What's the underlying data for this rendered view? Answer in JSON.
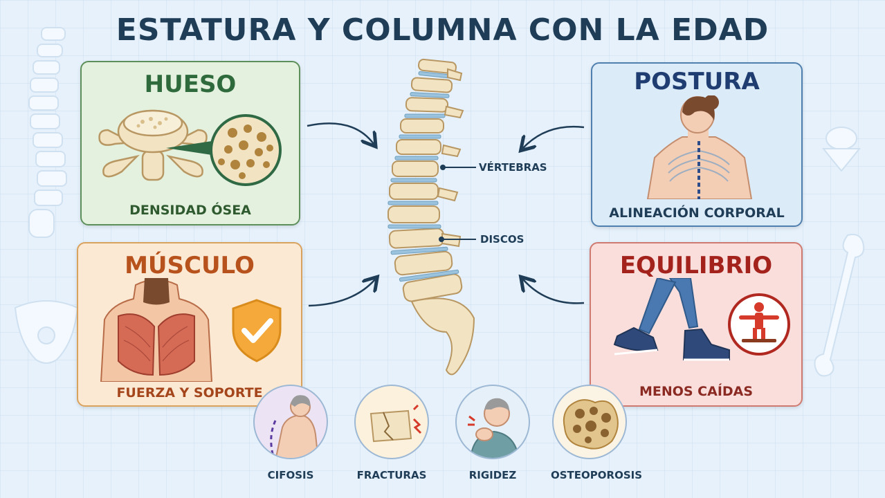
{
  "title": "ESTATURA Y COLUMNA CON LA EDAD",
  "cards": {
    "hueso": {
      "title": "HUESO",
      "caption": "DENSIDAD ÓSEA"
    },
    "musculo": {
      "title": "MÚSCULO",
      "caption": "FUERZA Y SOPORTE"
    },
    "postura": {
      "title": "POSTURA",
      "caption": "ALINEACIÓN CORPORAL"
    },
    "equilibrio": {
      "title": "EQUILIBRIO",
      "caption": "MENOS CAÍDAS"
    }
  },
  "spine_labels": {
    "vertebras": "VÉRTEBRAS",
    "discos": "DISCOS"
  },
  "risks": [
    {
      "label": "CIFOSIS",
      "icon": "kyphosis-icon"
    },
    {
      "label": "FRACTURAS",
      "icon": "fracture-icon"
    },
    {
      "label": "RIGIDEZ",
      "icon": "stiffness-icon"
    },
    {
      "label": "OSTEOPOROSIS",
      "icon": "osteoporosis-icon"
    }
  ],
  "colors": {
    "title": "#1f3d57",
    "hueso": "#2e6a3c",
    "musculo": "#b7521d",
    "postura": "#1f3d70",
    "equilibrio": "#a3221c",
    "bone": "#f2e3c2",
    "disc": "#9cc3dd"
  }
}
